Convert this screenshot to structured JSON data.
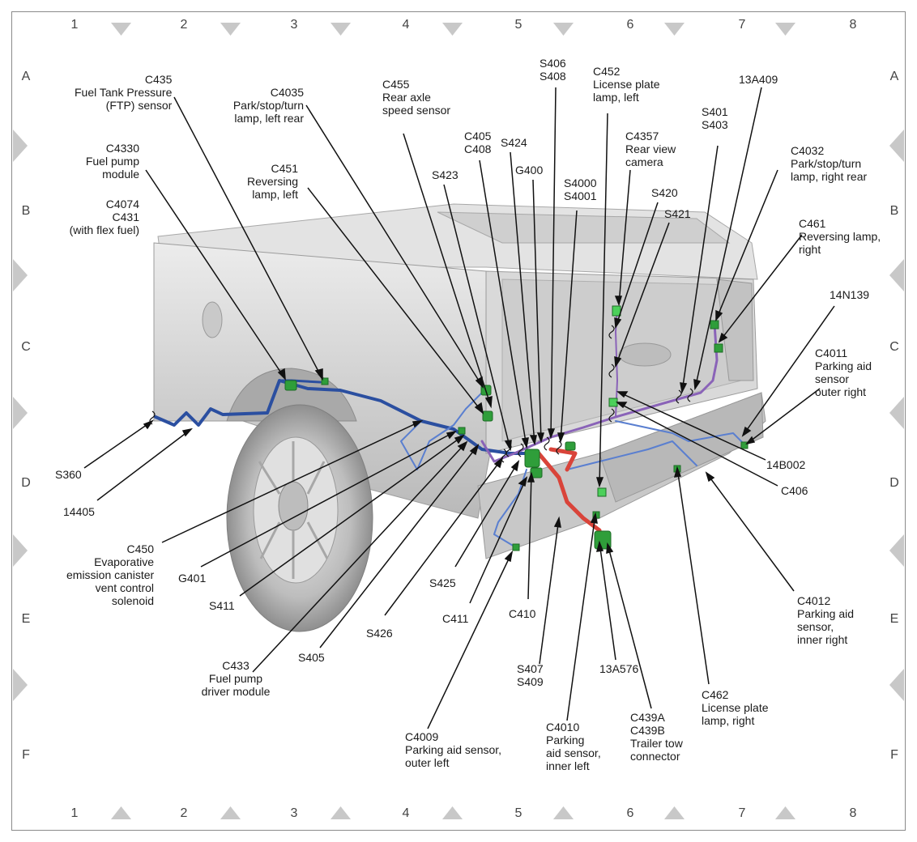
{
  "grid": {
    "columns": [
      "1",
      "2",
      "3",
      "4",
      "5",
      "6",
      "7",
      "8"
    ],
    "rows": [
      "A",
      "B",
      "C",
      "D",
      "E",
      "F"
    ]
  },
  "colors": {
    "truck": "#d4d4d4",
    "harness_blue": "#2b4fa0",
    "harness_light_blue": "#5a7fd0",
    "harness_purple": "#8a63b8",
    "harness_red": "#d9443a",
    "connector_green": "#2f9e3a",
    "leader": "#111111"
  },
  "labels": {
    "C435": [
      "C435",
      "Fuel Tank Pressure",
      "(FTP) sensor"
    ],
    "C4330": [
      "C4330",
      "Fuel pump",
      "module"
    ],
    "C4074": [
      "C4074",
      "C431",
      "(with flex fuel)"
    ],
    "C4035": [
      "C4035",
      "Park/stop/turn",
      "lamp, left rear"
    ],
    "C451": [
      "C451",
      "Reversing",
      "lamp, left"
    ],
    "C455": [
      "C455",
      "Rear axle",
      "speed sensor"
    ],
    "S423": [
      "S423"
    ],
    "C405": [
      "C405",
      "C408"
    ],
    "S424": [
      "S424"
    ],
    "G400": [
      "G400"
    ],
    "S406": [
      "S406",
      "S408"
    ],
    "S4000": [
      "S4000",
      "S4001"
    ],
    "C452": [
      "C452",
      "License plate",
      "lamp, left"
    ],
    "C4357": [
      "C4357",
      "Rear view",
      "camera"
    ],
    "S420": [
      "S420"
    ],
    "S421": [
      "S421"
    ],
    "S401": [
      "S401",
      "S403"
    ],
    "13A409": [
      "13A409"
    ],
    "C4032": [
      "C4032",
      "Park/stop/turn",
      "lamp, right rear"
    ],
    "C461": [
      "C461",
      "Reversing lamp,",
      "right"
    ],
    "14N139": [
      "14N139"
    ],
    "C4011": [
      "C4011",
      "Parking aid",
      "sensor",
      "outer right"
    ],
    "14B002": [
      "14B002"
    ],
    "C406": [
      "C406"
    ],
    "C4012": [
      "C4012",
      "Parking aid",
      "sensor,",
      "inner right"
    ],
    "C462": [
      "C462",
      "License plate",
      "lamp, right"
    ],
    "C439": [
      "C439A",
      "C439B",
      "Trailer tow",
      "connector"
    ],
    "13A576": [
      "13A576"
    ],
    "C4010": [
      "C4010",
      "Parking",
      "aid sensor,",
      "inner left"
    ],
    "S407": [
      "S407",
      "S409"
    ],
    "C4009": [
      "C4009",
      "Parking aid sensor,",
      "outer left"
    ],
    "C410": [
      "C410"
    ],
    "C411": [
      "C411"
    ],
    "S425": [
      "S425"
    ],
    "S426": [
      "S426"
    ],
    "S405": [
      "S405"
    ],
    "C433": [
      "C433",
      "Fuel pump",
      "driver module"
    ],
    "S411": [
      "S411"
    ],
    "G401": [
      "G401"
    ],
    "C450": [
      "C450",
      "Evaporative",
      "emission canister",
      "vent control",
      "solenoid"
    ],
    "S360": [
      "S360"
    ],
    "14405": [
      "14405"
    ]
  }
}
